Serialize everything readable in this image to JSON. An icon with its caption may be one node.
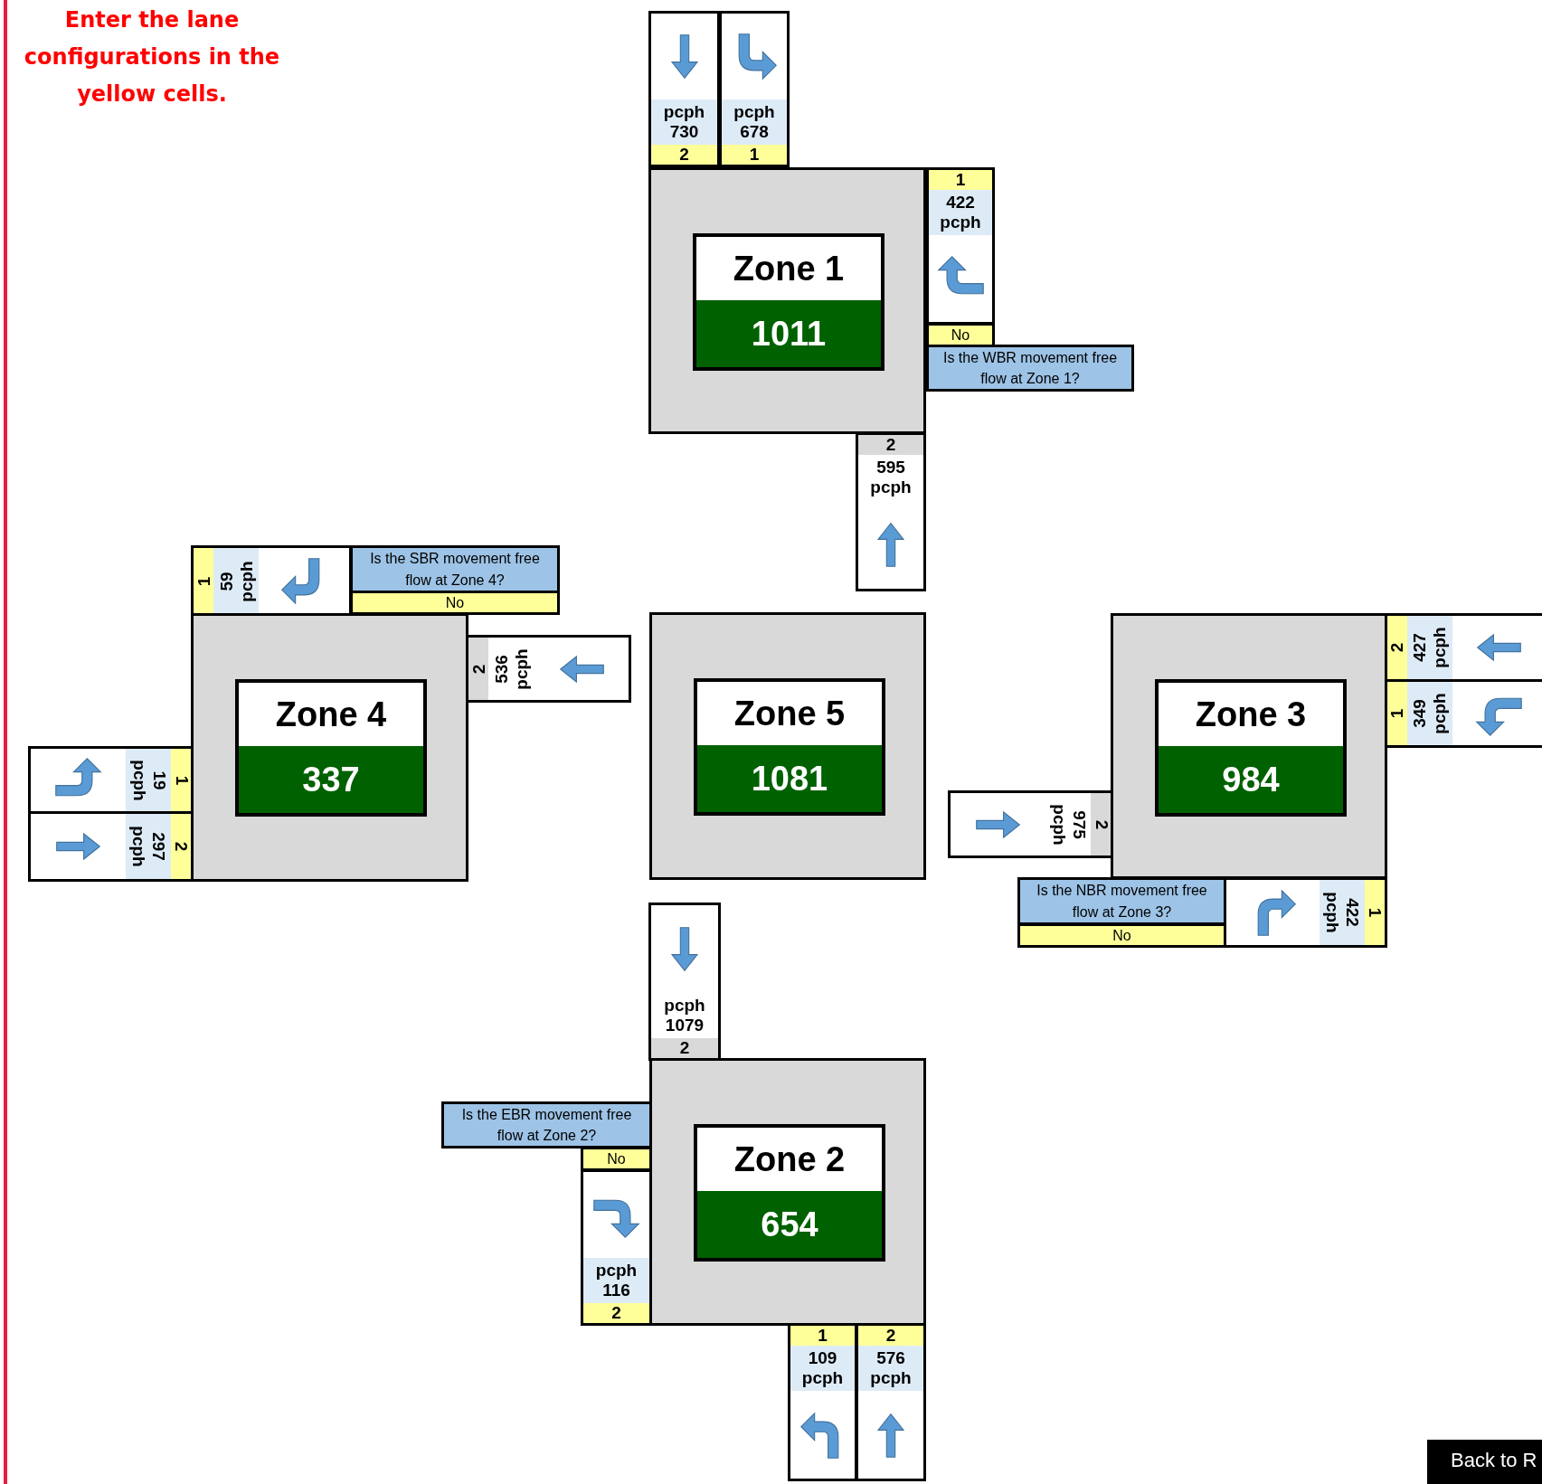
{
  "diagram": {
    "nodes": [
      {
        "text": [
          "pcph 730",
          "2"
        ]
      },
      {
        "text": [
          "pcph 678",
          "1"
        ]
      },
      {
        "text": [
          "Zone 1",
          "1011"
        ]
      },
      {
        "text": [
          "1",
          "422 pcph"
        ]
      },
      {
        "text": [
          "No"
        ]
      },
      {
        "text": [
          "Is the WBR movement free flow at Zone 1?"
        ]
      },
      {
        "text": [
          "2",
          "595 pcph"
        ]
      },
      {
        "text": [
          "1",
          "59 pcph"
        ]
      },
      {
        "text": [
          "Is the SBR movement free flow at Zone 4?"
        ]
      },
      {
        "text": [
          "No"
        ]
      },
      {
        "text": [
          "Zone 4",
          "337"
        ]
      },
      {
        "text": [
          "2",
          "536 pcph"
        ]
      },
      {
        "text": [
          "Zone 5",
          "1081"
        ]
      },
      {
        "text": [
          "Zone 3",
          "984"
        ]
      },
      {
        "text": [
          "2",
          "427 pcph"
        ]
      },
      {
        "text": [
          "1",
          "349 pcph"
        ]
      },
      {
        "text": [
          "1",
          "19 pcph"
        ]
      },
      {
        "text": [
          "2",
          "297 pcph"
        ]
      },
      {
        "text": [
          "2",
          "975 pcph"
        ]
      },
      {
        "text": [
          "Is the NBR movement free flow at Zone 3?"
        ]
      },
      {
        "text": [
          "No"
        ]
      },
      {
        "text": [
          "1",
          "422 pcph"
        ]
      },
      {
        "text": [
          "pcph 1079",
          "2"
        ]
      },
      {
        "text": [
          "Is the EBR movement free flow at Zone 2?"
        ]
      },
      {
        "text": [
          "No"
        ]
      },
      {
        "text": [
          "Zone 2",
          "654"
        ]
      },
      {
        "text": [
          "pcph 116",
          "2"
        ]
      },
      {
        "text": [
          "1",
          "109 pcph"
        ]
      },
      {
        "text": [
          "2",
          "576 pcph"
        ]
      }
    ],
    "labels": [
      "Enter the lane configurations in the yellow cells.",
      "Back to R"
    ]
  }
}
